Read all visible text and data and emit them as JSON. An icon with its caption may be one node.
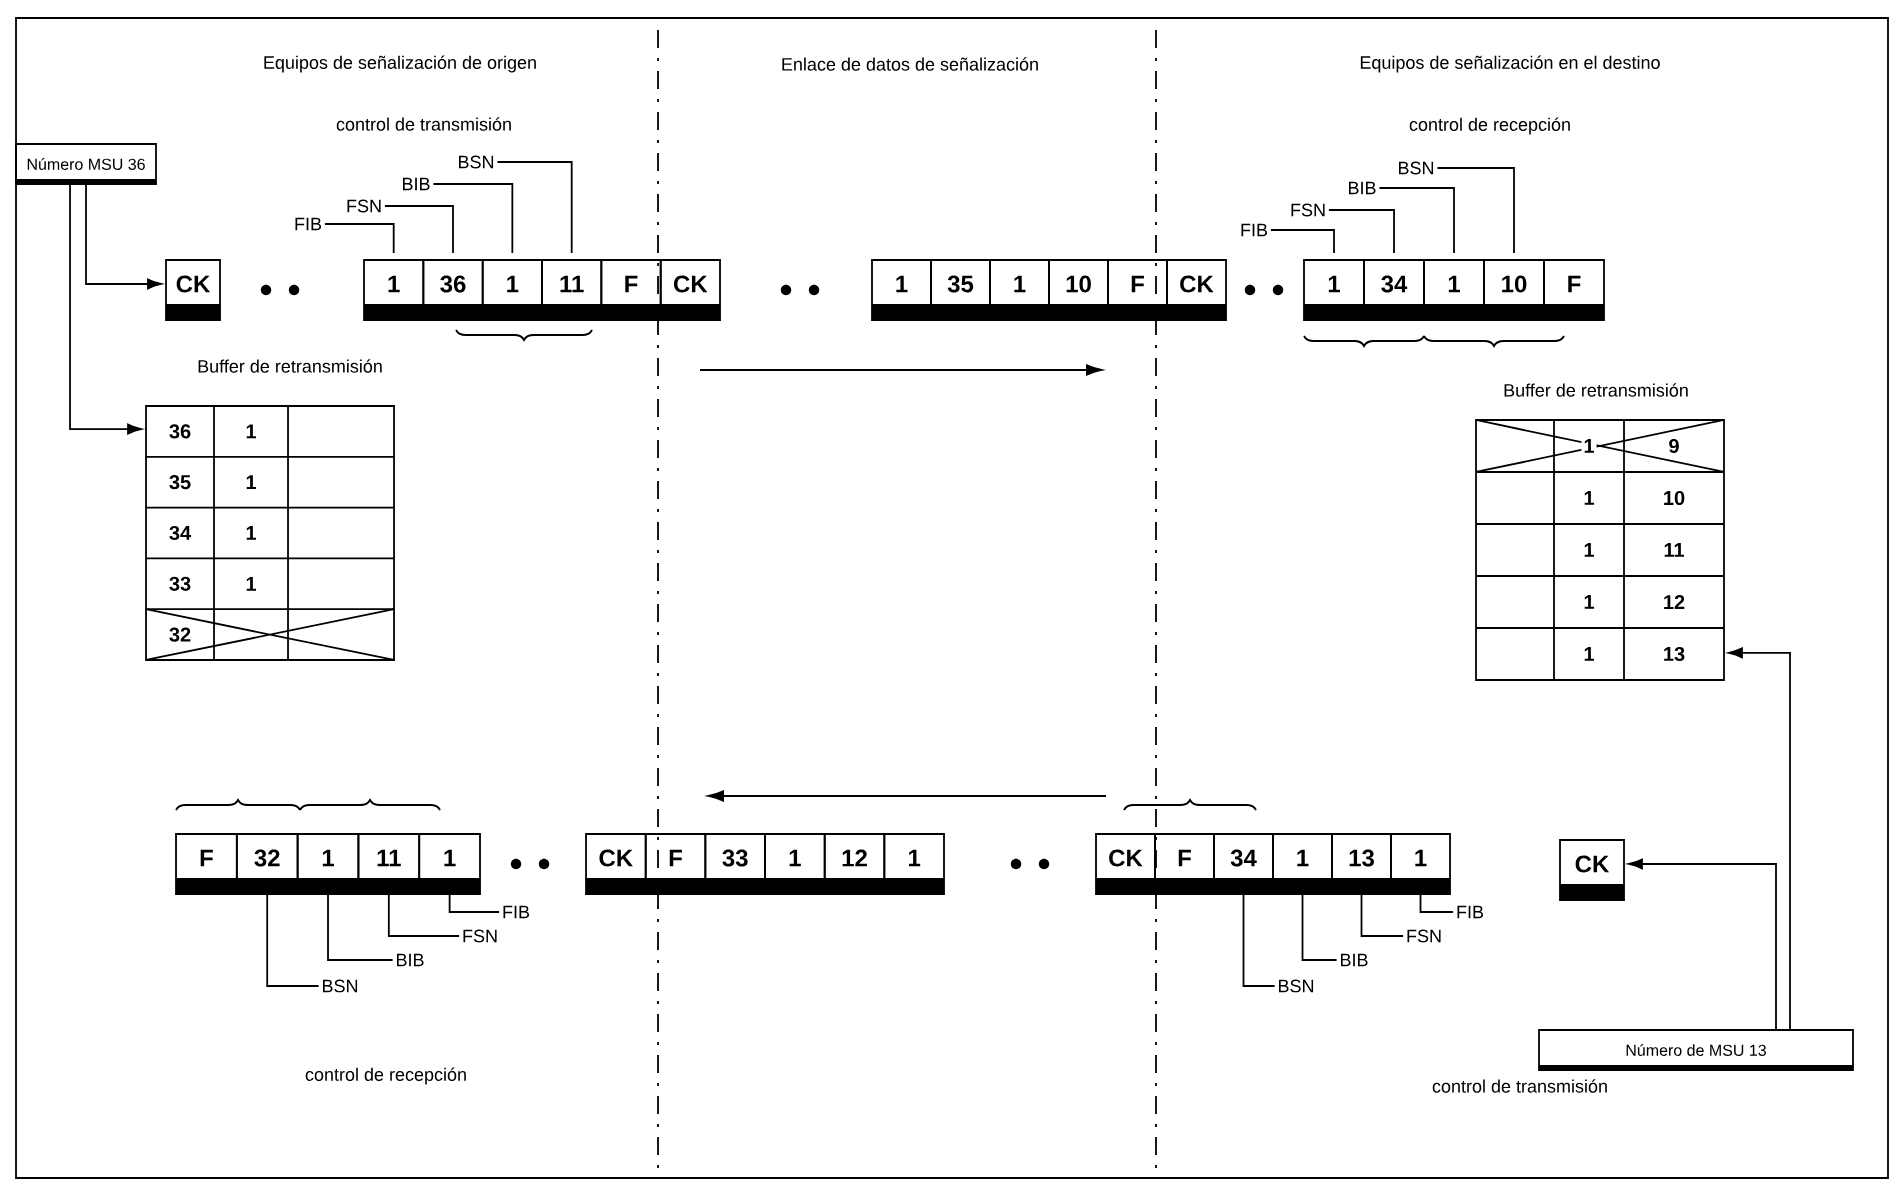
{
  "diagram": {
    "nodes": [
      {
        "text": [
          "Número MSU 36"
        ]
      },
      {
        "text": [
          "CK"
        ]
      },
      {
        "text": [
          "FIB"
        ]
      },
      {
        "text": [
          "FSN"
        ]
      },
      {
        "text": [
          "BIB"
        ]
      },
      {
        "text": [
          "BSN"
        ]
      },
      {
        "text": [
          "1"
        ]
      },
      {
        "text": [
          "36"
        ]
      },
      {
        "text": [
          "1"
        ]
      },
      {
        "text": [
          "11"
        ]
      },
      {
        "text": [
          "F"
        ]
      },
      {
        "text": [
          "CK"
        ]
      },
      {
        "text": [
          "1"
        ]
      },
      {
        "text": [
          "35"
        ]
      },
      {
        "text": [
          "1"
        ]
      },
      {
        "text": [
          "10"
        ]
      },
      {
        "text": [
          "F"
        ]
      },
      {
        "text": [
          "CK"
        ]
      },
      {
        "text": [
          "FIB"
        ]
      },
      {
        "text": [
          "FSN"
        ]
      },
      {
        "text": [
          "BIB"
        ]
      },
      {
        "text": [
          "BSN"
        ]
      },
      {
        "text": [
          "1"
        ]
      },
      {
        "text": [
          "34"
        ]
      },
      {
        "text": [
          "1"
        ]
      },
      {
        "text": [
          "10"
        ]
      },
      {
        "text": [
          "F"
        ]
      },
      {
        "text": [
          "36",
          "1",
          "35",
          "1",
          "34",
          "1",
          "33",
          "1",
          "32"
        ]
      },
      {
        "text": [
          "1",
          "9",
          "1",
          "10",
          "1",
          "11",
          "1",
          "12",
          "1",
          "13"
        ]
      },
      {
        "text": [
          "F"
        ]
      },
      {
        "text": [
          "32"
        ]
      },
      {
        "text": [
          "1"
        ]
      },
      {
        "text": [
          "11"
        ]
      },
      {
        "text": [
          "1"
        ]
      },
      {
        "text": [
          "FIB"
        ]
      },
      {
        "text": [
          "FSN"
        ]
      },
      {
        "text": [
          "BIB"
        ]
      },
      {
        "text": [
          "BSN"
        ]
      },
      {
        "text": [
          "CK"
        ]
      },
      {
        "text": [
          "F"
        ]
      },
      {
        "text": [
          "33"
        ]
      },
      {
        "text": [
          "1"
        ]
      },
      {
        "text": [
          "12"
        ]
      },
      {
        "text": [
          "1"
        ]
      },
      {
        "text": [
          "CK"
        ]
      },
      {
        "text": [
          "F"
        ]
      },
      {
        "text": [
          "34"
        ]
      },
      {
        "text": [
          "1"
        ]
      },
      {
        "text": [
          "13"
        ]
      },
      {
        "text": [
          "1"
        ]
      },
      {
        "text": [
          "FIB"
        ]
      },
      {
        "text": [
          "FSN"
        ]
      },
      {
        "text": [
          "BIB"
        ]
      },
      {
        "text": [
          "BSN"
        ]
      },
      {
        "text": [
          "CK"
        ]
      },
      {
        "text": [
          "Número de MSU 13"
        ]
      }
    ],
    "edges": [
      {
        "from": 0,
        "to": 1,
        "arrow": "to"
      },
      {
        "from": 0,
        "to": 27,
        "arrow": "to"
      },
      {
        "from": 2,
        "to": 6,
        "arrow": "none"
      },
      {
        "from": 3,
        "to": 7,
        "arrow": "none"
      },
      {
        "from": 4,
        "to": 8,
        "arrow": "none"
      },
      {
        "from": 5,
        "to": 9,
        "arrow": "none"
      },
      {
        "from": 18,
        "to": 22,
        "arrow": "none"
      },
      {
        "from": 19,
        "to": 23,
        "arrow": "none"
      },
      {
        "from": 20,
        "to": 24,
        "arrow": "none"
      },
      {
        "from": 21,
        "to": 25,
        "arrow": "none"
      },
      {
        "from": 34,
        "to": 33,
        "arrow": "none"
      },
      {
        "from": 35,
        "to": 32,
        "arrow": "none"
      },
      {
        "from": 36,
        "to": 31,
        "arrow": "none"
      },
      {
        "from": 37,
        "to": 30,
        "arrow": "none"
      },
      {
        "from": 50,
        "to": 49,
        "arrow": "none"
      },
      {
        "from": 51,
        "to": 48,
        "arrow": "none"
      },
      {
        "from": 52,
        "to": 47,
        "arrow": "none"
      },
      {
        "from": 53,
        "to": 46,
        "arrow": "none"
      },
      {
        "from": 55,
        "to": 54,
        "arrow": "to"
      },
      {
        "from": 55,
        "to": 28,
        "arrow": "to"
      }
    ],
    "labels": [
      "Equipos de señalización de origen",
      "Enlace de datos de señalización",
      "Equipos de señalización en el destino",
      "control de transmisión",
      "control de recepción",
      "Buffer de retransmisión",
      "Buffer de retransmisión",
      "control de recepción",
      "control de transmisión"
    ]
  }
}
